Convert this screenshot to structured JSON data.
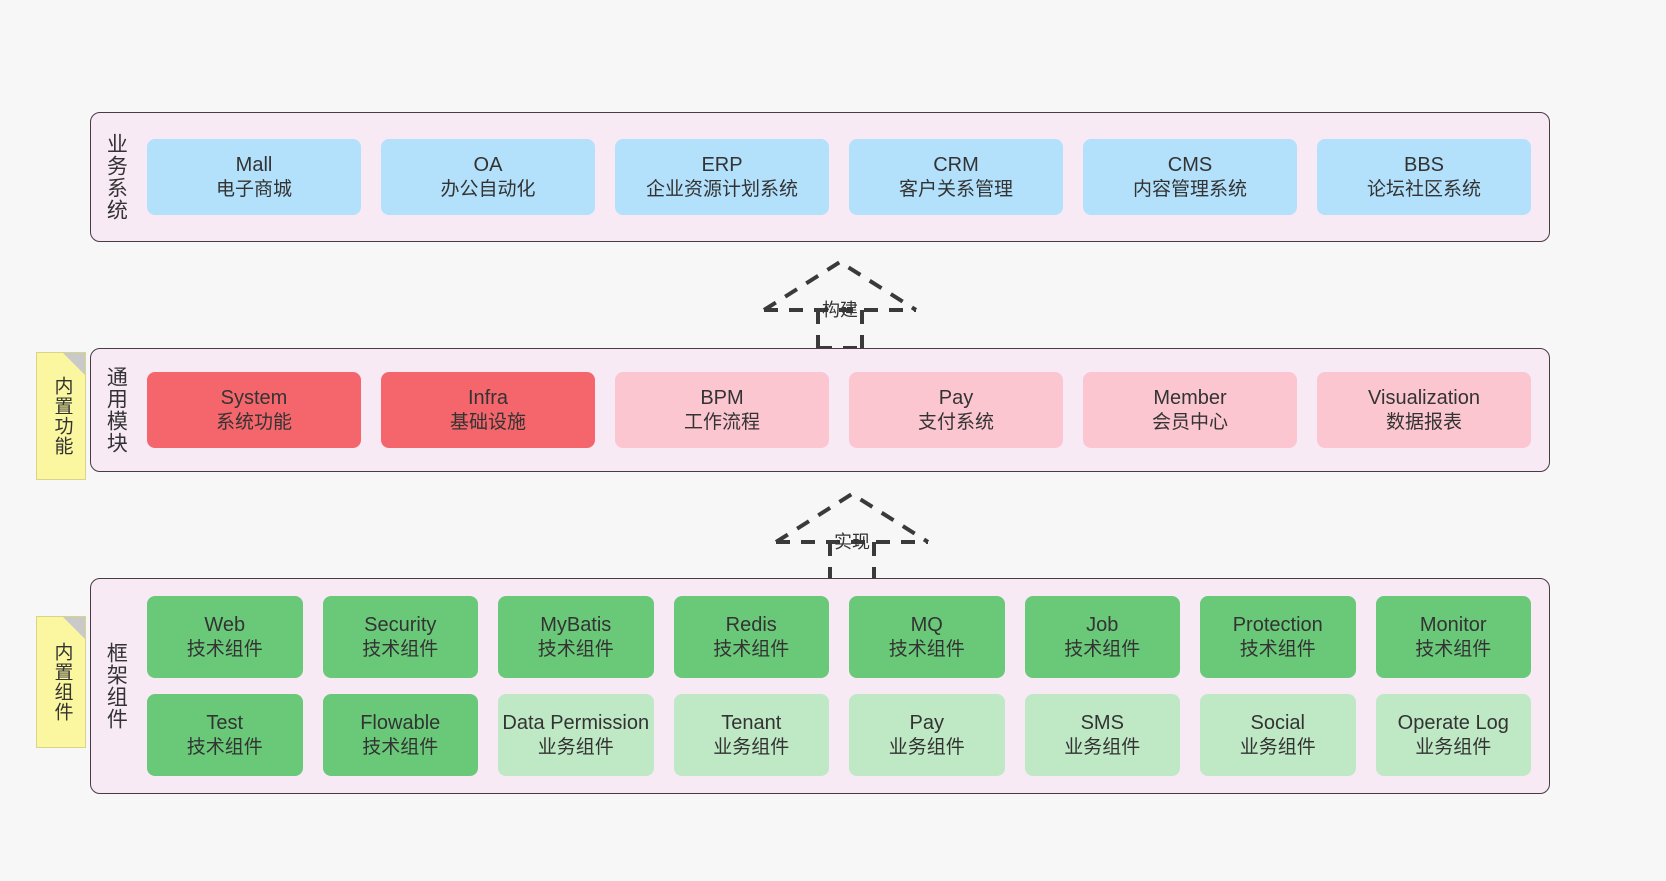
{
  "diagram": {
    "title_hidden": "",
    "colors": {
      "layer_bg": "#f8eaf5",
      "layer_border": "#4a3a44",
      "business": "#b3e0fb",
      "module_core": "#f4666b",
      "module_other": "#fbc6cf",
      "tech_component": "#6ac979",
      "biz_component": "#bfe8c5",
      "note_bg": "#fbf7a0",
      "canvas_bg": "#f7f7f7"
    }
  },
  "notes": [
    {
      "name": "builtin-features",
      "text": "内置功能"
    },
    {
      "name": "builtin-components",
      "text": "内置组件"
    }
  ],
  "arrows": [
    {
      "name": "build",
      "label": "构建",
      "style": "dashed-generalization"
    },
    {
      "name": "implement",
      "label": "实现",
      "style": "dashed-generalization"
    }
  ],
  "layers": [
    {
      "id": "business",
      "title": "业务系统",
      "rows": [
        {
          "cells": [
            {
              "en": "Mall",
              "cn": "电子商城",
              "color": "blue"
            },
            {
              "en": "OA",
              "cn": "办公自动化",
              "color": "blue"
            },
            {
              "en": "ERP",
              "cn": "企业资源计划系统",
              "color": "blue"
            },
            {
              "en": "CRM",
              "cn": "客户关系管理",
              "color": "blue"
            },
            {
              "en": "CMS",
              "cn": "内容管理系统",
              "color": "blue"
            },
            {
              "en": "BBS",
              "cn": "论坛社区系统",
              "color": "blue"
            }
          ]
        }
      ]
    },
    {
      "id": "common",
      "title": "通用模块",
      "rows": [
        {
          "cells": [
            {
              "en": "System",
              "cn": "系统功能",
              "color": "red"
            },
            {
              "en": "Infra",
              "cn": "基础设施",
              "color": "red"
            },
            {
              "en": "BPM",
              "cn": "工作流程",
              "color": "pink"
            },
            {
              "en": "Pay",
              "cn": "支付系统",
              "color": "pink"
            },
            {
              "en": "Member",
              "cn": "会员中心",
              "color": "pink"
            },
            {
              "en": "Visualization",
              "cn": "数据报表",
              "color": "pink"
            }
          ]
        }
      ]
    },
    {
      "id": "framework",
      "title": "框架组件",
      "rows": [
        {
          "cells": [
            {
              "en": "Web",
              "cn": "技术组件",
              "color": "green"
            },
            {
              "en": "Security",
              "cn": "技术组件",
              "color": "green"
            },
            {
              "en": "MyBatis",
              "cn": "技术组件",
              "color": "green"
            },
            {
              "en": "Redis",
              "cn": "技术组件",
              "color": "green"
            },
            {
              "en": "MQ",
              "cn": "技术组件",
              "color": "green"
            },
            {
              "en": "Job",
              "cn": "技术组件",
              "color": "green"
            },
            {
              "en": "Protection",
              "cn": "技术组件",
              "color": "green"
            },
            {
              "en": "Monitor",
              "cn": "技术组件",
              "color": "green"
            }
          ]
        },
        {
          "cells": [
            {
              "en": "Test",
              "cn": "技术组件",
              "color": "green"
            },
            {
              "en": "Flowable",
              "cn": "技术组件",
              "color": "green"
            },
            {
              "en": "Data Permission",
              "cn": "业务组件",
              "color": "lightgreen"
            },
            {
              "en": "Tenant",
              "cn": "业务组件",
              "color": "lightgreen"
            },
            {
              "en": "Pay",
              "cn": "业务组件",
              "color": "lightgreen"
            },
            {
              "en": "SMS",
              "cn": "业务组件",
              "color": "lightgreen"
            },
            {
              "en": "Social",
              "cn": "业务组件",
              "color": "lightgreen"
            },
            {
              "en": "Operate Log",
              "cn": "业务组件",
              "color": "lightgreen"
            }
          ]
        }
      ]
    }
  ]
}
